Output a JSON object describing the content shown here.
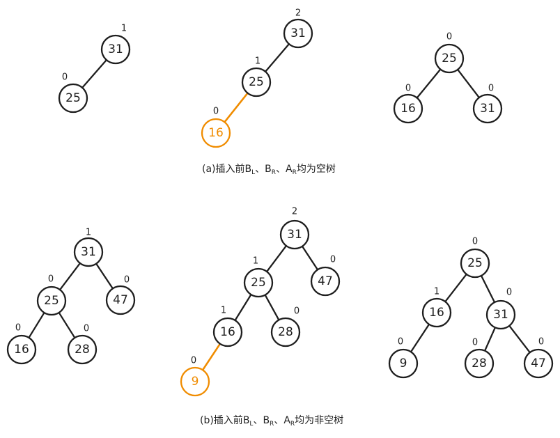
{
  "colors": {
    "ink": "#1e1e1e",
    "highlight": "#f08c00",
    "background": "#ffffff"
  },
  "captions": {
    "a": {
      "prefix": "(a)插入前",
      "b_l": "B",
      "b_l_sub": "L",
      "sep1": "、",
      "b_r": "B",
      "b_r_sub": "R",
      "sep2": "、",
      "a_r": "A",
      "a_r_sub": "R",
      "suffix": "均为空树"
    },
    "b": {
      "prefix": "(b)插入前",
      "b_l": "B",
      "b_l_sub": "L",
      "sep1": "、",
      "b_r": "B",
      "b_r_sub": "R",
      "sep2": "、",
      "a_r": "A",
      "a_r_sub": "R",
      "suffix": "均为非空树"
    }
  },
  "trees": [
    {
      "id": "a1",
      "nodes": [
        {
          "id": "n31",
          "label": "31",
          "bf": "1"
        },
        {
          "id": "n25",
          "label": "25",
          "bf": "0"
        }
      ],
      "edges": [
        {
          "from": "n31",
          "to": "n25"
        }
      ]
    },
    {
      "id": "a2",
      "nodes": [
        {
          "id": "n31",
          "label": "31",
          "bf": "2"
        },
        {
          "id": "n25",
          "label": "25",
          "bf": "1"
        },
        {
          "id": "n16",
          "label": "16",
          "bf": "0",
          "highlight": true
        }
      ],
      "edges": [
        {
          "from": "n31",
          "to": "n25"
        },
        {
          "from": "n25",
          "to": "n16",
          "highlight": true
        }
      ]
    },
    {
      "id": "a3",
      "nodes": [
        {
          "id": "n25",
          "label": "25",
          "bf": "0"
        },
        {
          "id": "n16",
          "label": "16",
          "bf": "0"
        },
        {
          "id": "n31",
          "label": "31",
          "bf": "0"
        }
      ],
      "edges": [
        {
          "from": "n25",
          "to": "n16"
        },
        {
          "from": "n25",
          "to": "n31"
        }
      ]
    },
    {
      "id": "b1",
      "nodes": [
        {
          "id": "n31",
          "label": "31",
          "bf": "1"
        },
        {
          "id": "n25",
          "label": "25",
          "bf": "0"
        },
        {
          "id": "n47",
          "label": "47",
          "bf": "0"
        },
        {
          "id": "n16",
          "label": "16",
          "bf": "0"
        },
        {
          "id": "n28",
          "label": "28",
          "bf": "0"
        }
      ],
      "edges": [
        {
          "from": "n31",
          "to": "n25"
        },
        {
          "from": "n31",
          "to": "n47"
        },
        {
          "from": "n25",
          "to": "n16"
        },
        {
          "from": "n25",
          "to": "n28"
        }
      ]
    },
    {
      "id": "b2",
      "nodes": [
        {
          "id": "n31",
          "label": "31",
          "bf": "2"
        },
        {
          "id": "n25",
          "label": "25",
          "bf": "1"
        },
        {
          "id": "n47",
          "label": "47",
          "bf": "0"
        },
        {
          "id": "n16",
          "label": "16",
          "bf": "1"
        },
        {
          "id": "n28",
          "label": "28",
          "bf": "0"
        },
        {
          "id": "n9",
          "label": "9",
          "bf": "0",
          "highlight": true
        }
      ],
      "edges": [
        {
          "from": "n31",
          "to": "n25"
        },
        {
          "from": "n31",
          "to": "n47"
        },
        {
          "from": "n25",
          "to": "n16"
        },
        {
          "from": "n25",
          "to": "n28"
        },
        {
          "from": "n16",
          "to": "n9",
          "highlight": true
        }
      ]
    },
    {
      "id": "b3",
      "nodes": [
        {
          "id": "n25",
          "label": "25",
          "bf": "0"
        },
        {
          "id": "n16",
          "label": "16",
          "bf": "1"
        },
        {
          "id": "n31",
          "label": "31",
          "bf": "0"
        },
        {
          "id": "n9",
          "label": "9",
          "bf": "0"
        },
        {
          "id": "n28",
          "label": "28",
          "bf": "0"
        },
        {
          "id": "n47",
          "label": "47",
          "bf": "0"
        }
      ],
      "edges": [
        {
          "from": "n25",
          "to": "n16"
        },
        {
          "from": "n25",
          "to": "n31"
        },
        {
          "from": "n16",
          "to": "n9"
        },
        {
          "from": "n31",
          "to": "n28"
        },
        {
          "from": "n31",
          "to": "n47"
        }
      ]
    }
  ]
}
